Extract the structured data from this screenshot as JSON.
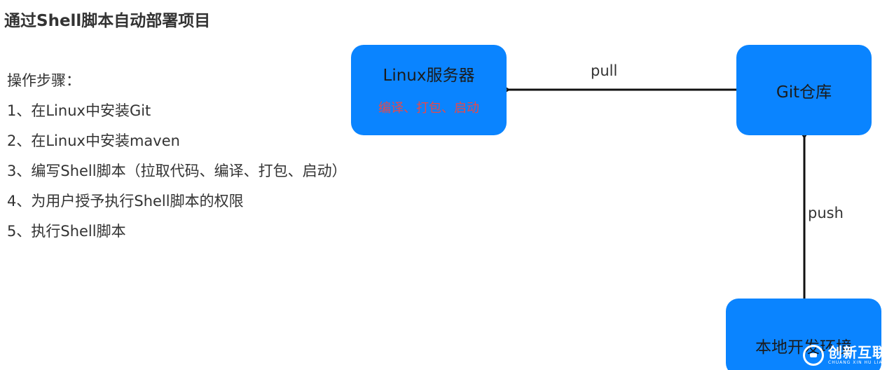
{
  "title": "通过Shell脚本自动部署项目",
  "steps": {
    "heading": "操作步骤：",
    "items": [
      "1、在Linux中安装Git",
      "2、在Linux中安装maven",
      "3、编写Shell脚本（拉取代码、编译、打包、启动）",
      "4、为用户授予执行Shell脚本的权限",
      "5、执行Shell脚本"
    ]
  },
  "diagram": {
    "nodes": {
      "linux": {
        "label": "Linux服务器",
        "sublabel": "编译、打包、启动"
      },
      "git": {
        "label": "Git仓库"
      },
      "local": {
        "label": "本地开发环境"
      }
    },
    "edges": {
      "pull": {
        "label": "pull",
        "from": "git",
        "to": "linux"
      },
      "push": {
        "label": "push",
        "from": "local",
        "to": "git"
      }
    }
  },
  "watermark": {
    "main": "创新互联",
    "sub": "CHUANG XIN HU LIAN"
  },
  "colors": {
    "node_fill": "#0A84FF",
    "sublabel": "#E84848",
    "arrow": "#111111",
    "text": "#333333"
  }
}
